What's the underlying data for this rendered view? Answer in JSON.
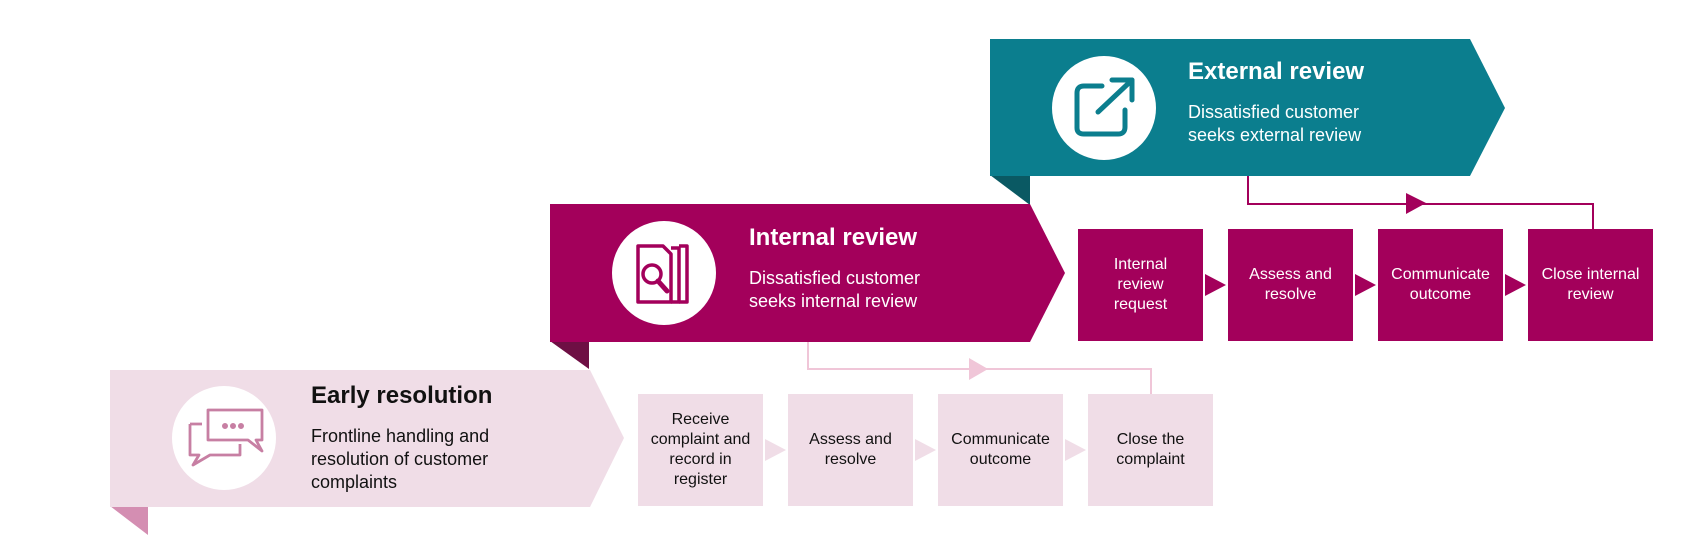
{
  "colors": {
    "external": "#0b7e8e",
    "external_fold": "#0a5963",
    "internal": "#a3005b",
    "internal_fold": "#6e0f44",
    "early": "#f0dde7",
    "early_fold": "#d48eb2",
    "early_connector": "#f0c6d8",
    "early_icon": "#c77fa3"
  },
  "external": {
    "icon": "external-link-icon",
    "title": "External review",
    "subtitle_line1": "Dissatisfied customer",
    "subtitle_line2": "seeks external review"
  },
  "internal": {
    "icon": "document-search-icon",
    "title": "Internal review",
    "subtitle_line1": "Dissatisfied customer",
    "subtitle_line2": "seeks internal review",
    "steps": [
      {
        "line1": "Internal",
        "line2": "review",
        "line3": "request"
      },
      {
        "line1": "Assess and",
        "line2": "resolve"
      },
      {
        "line1": "Communicate",
        "line2": "outcome"
      },
      {
        "line1": "Close internal",
        "line2": "review"
      }
    ]
  },
  "early": {
    "icon": "chat-bubbles-icon",
    "title": "Early resolution",
    "subtitle_line1": "Frontline handling and",
    "subtitle_line2": "resolution of customer",
    "subtitle_line3": "complaints",
    "steps": [
      {
        "line1": "Receive",
        "line2": "complaint and",
        "line3": "record in",
        "line4": "register"
      },
      {
        "line1": "Assess and",
        "line2": "resolve"
      },
      {
        "line1": "Communicate",
        "line2": "outcome"
      },
      {
        "line1": "Close the",
        "line2": "complaint"
      }
    ]
  }
}
